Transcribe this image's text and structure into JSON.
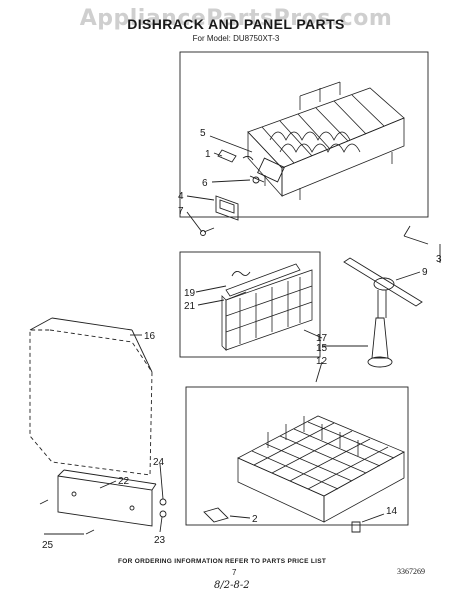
{
  "watermark": "AppliancePartsPros.com",
  "title": "DISHRACK AND PANEL PARTS",
  "model_line": "For Model: DU8750XT-3",
  "callouts": {
    "c1": "1",
    "c2": "2",
    "c3": "3",
    "c4": "4",
    "c5": "5",
    "c6": "6",
    "c7": "7",
    "c9": "9",
    "c12": "12",
    "c14": "14",
    "c15": "15",
    "c16": "16",
    "c17": "17",
    "c19": "19",
    "c21": "21",
    "c22": "22",
    "c23": "23",
    "c24": "24",
    "c25": "25"
  },
  "footer_note": "FOR ORDERING INFORMATION REFER TO PARTS PRICE LIST",
  "page_number": "7",
  "document_number": "3367269",
  "date_code": "8/2-8-2"
}
